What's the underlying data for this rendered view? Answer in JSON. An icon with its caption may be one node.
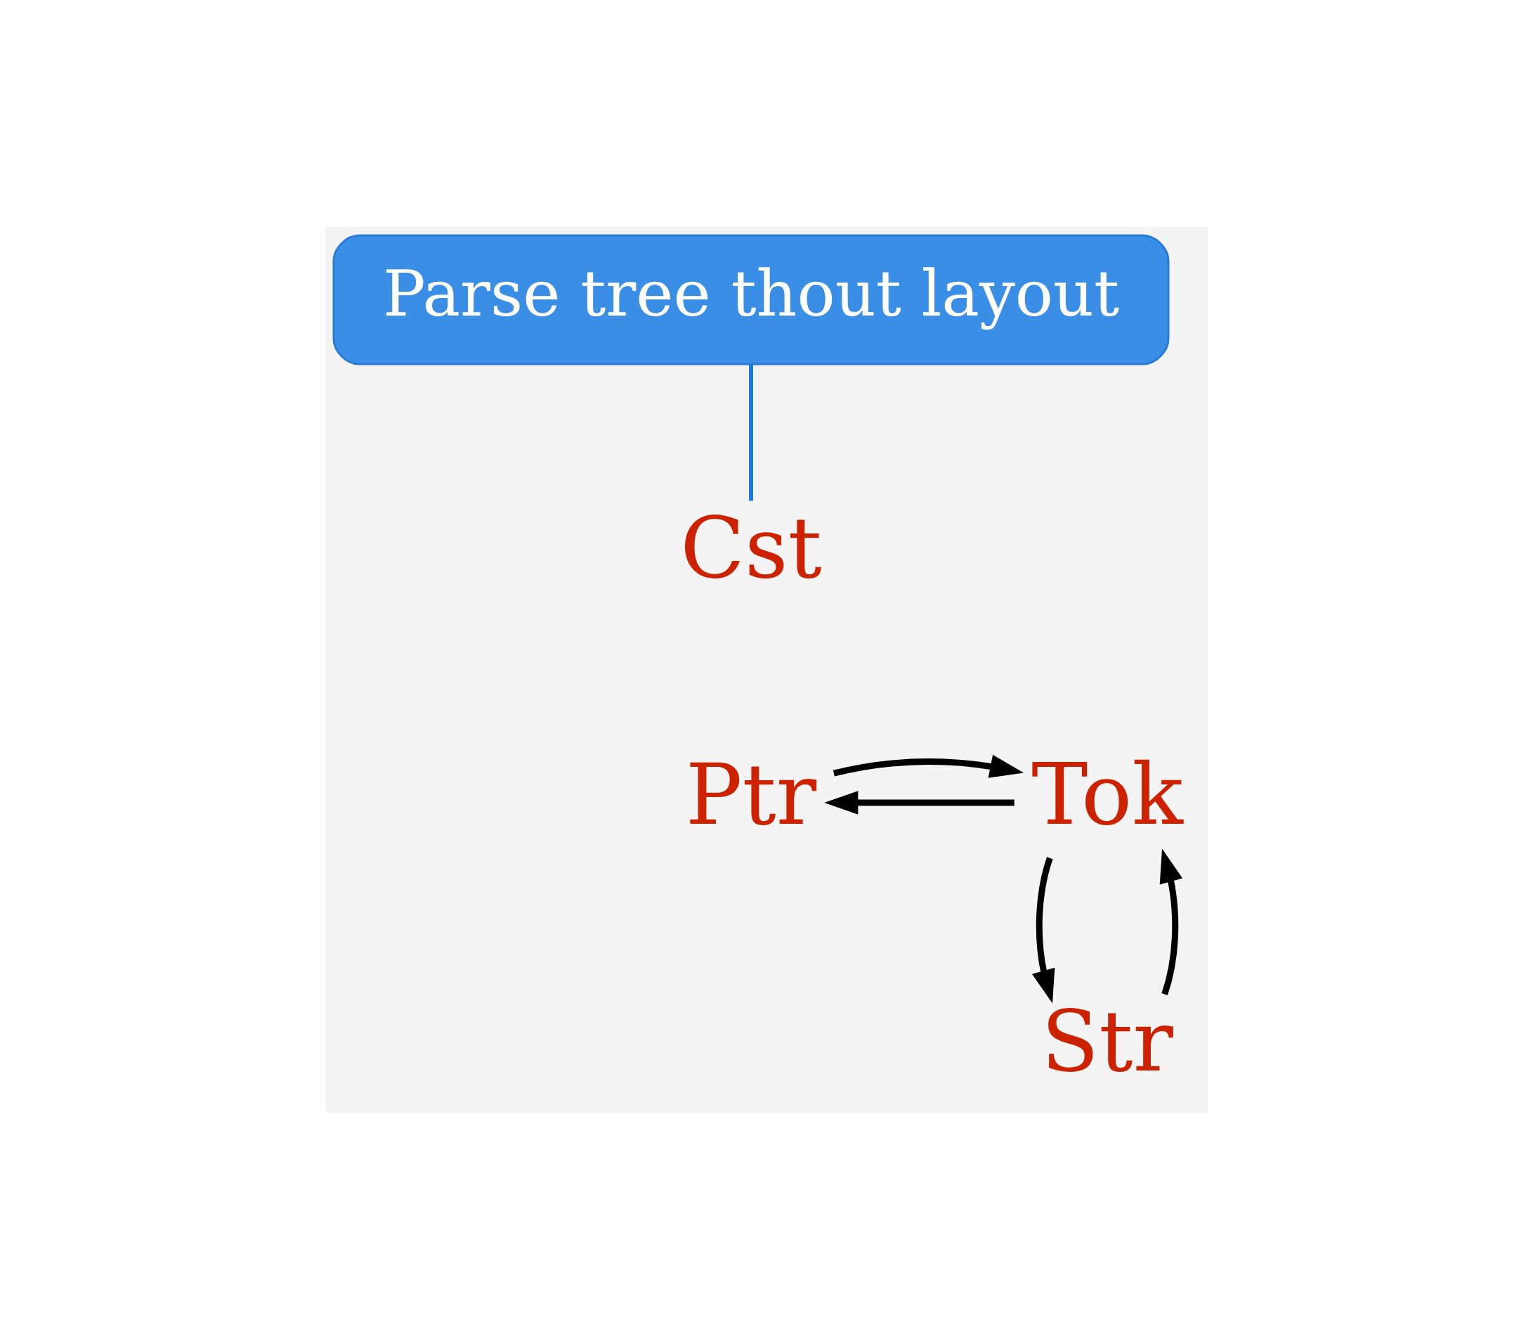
{
  "diagram": {
    "nodes": [
      {
        "text": [
          "Parse tree thout layout"
        ]
      },
      {
        "text": [
          "Cst"
        ]
      },
      {
        "text": [
          "Tok"
        ]
      },
      {
        "text": [
          "Ptr"
        ]
      },
      {
        "text": [
          "Str"
        ]
      }
    ],
    "edges": [
      {
        "from": 0,
        "to": 1,
        "arrow": "none",
        "color": "#1e78d8"
      },
      {
        "from": 2,
        "to": 3,
        "arrow": "to"
      },
      {
        "from": 3,
        "to": 2,
        "arrow": "to"
      },
      {
        "from": 4,
        "to": 2,
        "arrow": "to"
      },
      {
        "from": 2,
        "to": 4,
        "arrow": "to"
      }
    ]
  }
}
